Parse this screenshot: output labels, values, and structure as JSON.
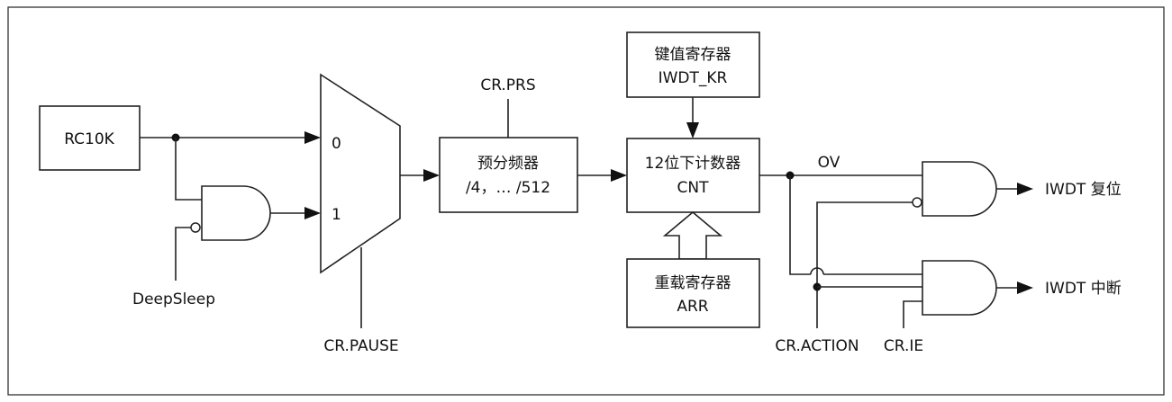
{
  "blocks": {
    "rc10k": "RC10K",
    "prescaler_line1": "预分频器",
    "prescaler_line2": "/4，… /512",
    "key_reg_line1": "键值寄存器",
    "key_reg_line2": "IWDT_KR",
    "counter_line1": "12位下计数器",
    "counter_line2": "CNT",
    "reload_line1": "重载寄存器",
    "reload_line2": "ARR"
  },
  "mux_inputs": {
    "in0": "0",
    "in1": "1"
  },
  "signals": {
    "deepsleep": "DeepSleep",
    "cr_prs": "CR.PRS",
    "cr_pause": "CR.PAUSE",
    "ov": "OV",
    "cr_action": "CR.ACTION",
    "cr_ie": "CR.IE"
  },
  "outputs": {
    "reset": "IWDT 复位",
    "interrupt": "IWDT 中断"
  }
}
